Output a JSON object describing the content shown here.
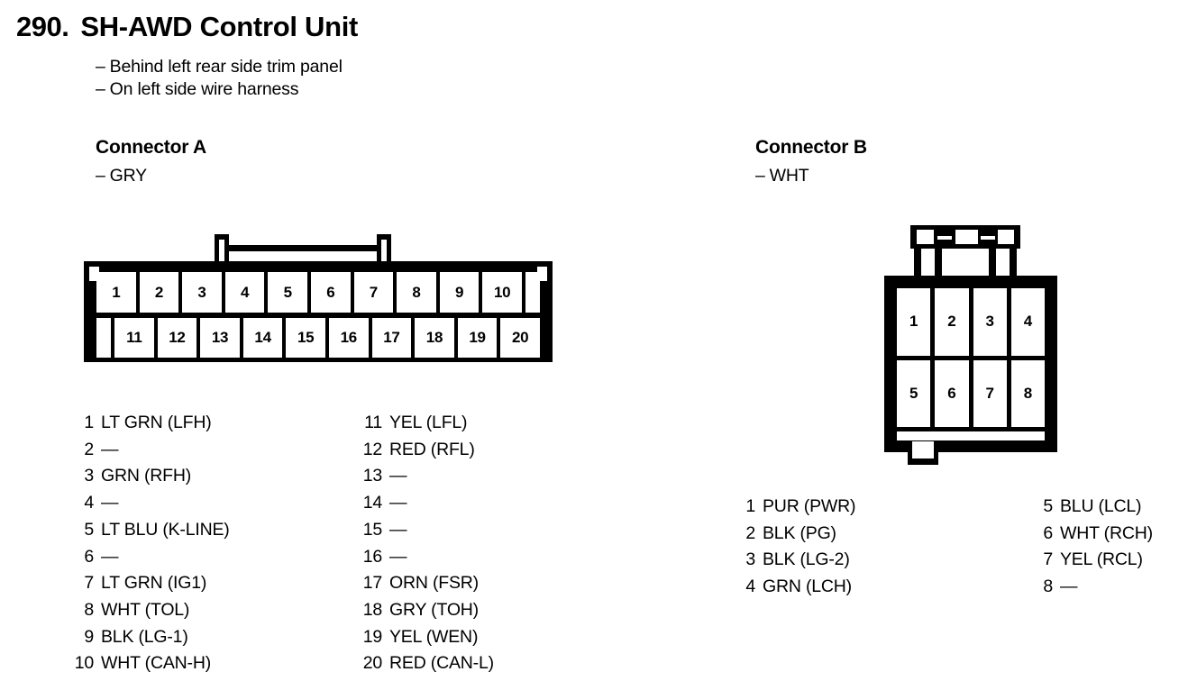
{
  "page": {
    "number": "290.",
    "title": "SH-AWD Control Unit",
    "location_notes": [
      "Behind left rear side trim panel",
      "On left side wire harness"
    ],
    "dash": "–",
    "empty_pin": "—"
  },
  "connector_a": {
    "name": "Connector A",
    "color": "GRY",
    "diagram": {
      "top_row": [
        "1",
        "2",
        "3",
        "4",
        "5",
        "6",
        "7",
        "8",
        "9",
        "10"
      ],
      "bottom_row": [
        "11",
        "12",
        "13",
        "14",
        "15",
        "16",
        "17",
        "18",
        "19",
        "20"
      ]
    },
    "pins_left": [
      {
        "no": "1",
        "label": "LT GRN (LFH)"
      },
      {
        "no": "2",
        "label": "—"
      },
      {
        "no": "3",
        "label": "GRN (RFH)"
      },
      {
        "no": "4",
        "label": "—"
      },
      {
        "no": "5",
        "label": "LT BLU (K-LINE)"
      },
      {
        "no": "6",
        "label": "—"
      },
      {
        "no": "7",
        "label": "LT GRN (IG1)"
      },
      {
        "no": "8",
        "label": "WHT (TOL)"
      },
      {
        "no": "9",
        "label": "BLK (LG-1)"
      },
      {
        "no": "10",
        "label": "WHT (CAN-H)"
      }
    ],
    "pins_right": [
      {
        "no": "11",
        "label": "YEL (LFL)"
      },
      {
        "no": "12",
        "label": "RED (RFL)"
      },
      {
        "no": "13",
        "label": "—"
      },
      {
        "no": "14",
        "label": "—"
      },
      {
        "no": "15",
        "label": "—"
      },
      {
        "no": "16",
        "label": "—"
      },
      {
        "no": "17",
        "label": "ORN (FSR)"
      },
      {
        "no": "18",
        "label": "GRY (TOH)"
      },
      {
        "no": "19",
        "label": "YEL (WEN)"
      },
      {
        "no": "20",
        "label": "RED (CAN-L)"
      }
    ]
  },
  "connector_b": {
    "name": "Connector B",
    "color": "WHT",
    "diagram": {
      "top_row": [
        "1",
        "2",
        "3",
        "4"
      ],
      "bottom_row": [
        "5",
        "6",
        "7",
        "8"
      ]
    },
    "pins_left": [
      {
        "no": "1",
        "label": "PUR (PWR)"
      },
      {
        "no": "2",
        "label": "BLK (PG)"
      },
      {
        "no": "3",
        "label": "BLK (LG-2)"
      },
      {
        "no": "4",
        "label": "GRN (LCH)"
      }
    ],
    "pins_right": [
      {
        "no": "5",
        "label": "BLU (LCL)"
      },
      {
        "no": "6",
        "label": "WHT (RCH)"
      },
      {
        "no": "7",
        "label": "YEL (RCL)"
      },
      {
        "no": "8",
        "label": "—"
      }
    ]
  },
  "colors": {
    "ink": "#000000",
    "paper": "#ffffff"
  }
}
